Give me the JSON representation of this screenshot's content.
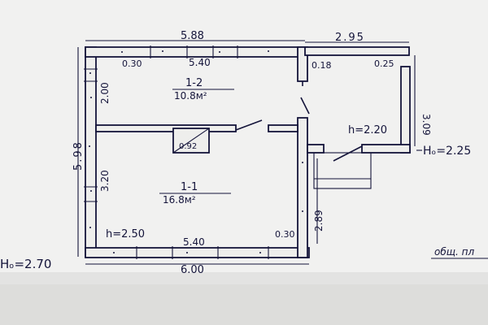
{
  "dimensions": {
    "top_left_length": "5.88",
    "top_right_length": "2.95",
    "top_inner_thickness": "0.30",
    "top_inner_length": "5.40",
    "inner_corner_thickness": "0.18",
    "right_corner_thickness": "0.25",
    "porch_depth": "3.09",
    "left_total_height": "5.98",
    "left_upper_height": "2.00",
    "left_lower_height": "3.20",
    "right_inner_height": "2.89",
    "bottom_inner_thickness": "0.30",
    "bottom_inner_length": "5.40",
    "bottom_total_length": "6.00",
    "chimney_size": "0.92"
  },
  "rooms": [
    {
      "number": "1-2",
      "area": "10.8м²"
    },
    {
      "number": "1-1",
      "area": "16.8м²"
    }
  ],
  "heights": {
    "main_room_height": "h=2.50",
    "porch_height": "h=2.20",
    "porch_outer_height": "Hₒ=2.25",
    "building_outer_height": "Hₒ=2.70"
  },
  "notes": {
    "total_label": "общ. пл"
  }
}
